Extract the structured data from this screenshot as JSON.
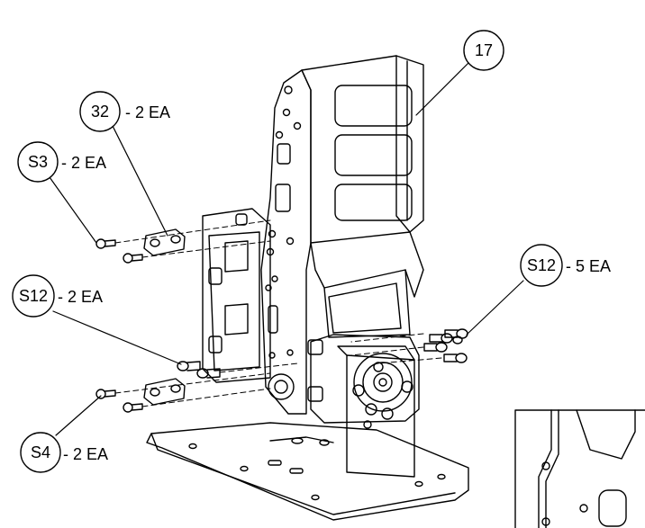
{
  "callouts": [
    {
      "id": "17",
      "qty": ""
    },
    {
      "id": "32",
      "qty": "- 2 EA"
    },
    {
      "id": "S3",
      "qty": "- 2 EA"
    },
    {
      "id": "S12",
      "qty": "- 5 EA"
    },
    {
      "id": "S12",
      "qty": "- 2 EA"
    },
    {
      "id": "S4",
      "qty": "- 2 EA"
    }
  ],
  "colors": {
    "line": "#000000",
    "background": "#ffffff"
  }
}
